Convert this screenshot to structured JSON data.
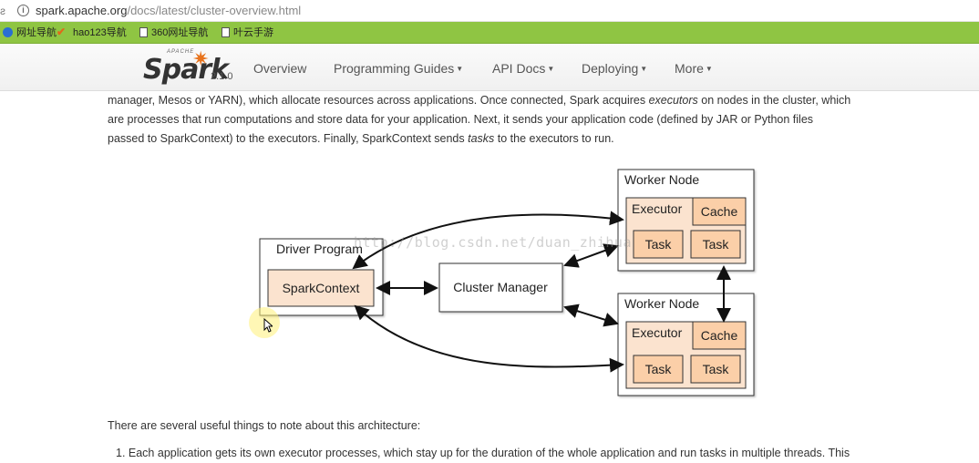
{
  "browser": {
    "url_host": "spark.apache.org",
    "url_path": "/docs/latest/cluster-overview.html",
    "bookmarks": [
      {
        "label": "网址导航",
        "icon": "globe-icon"
      },
      {
        "label": "hao123导航",
        "icon": "hao123-icon"
      },
      {
        "label": "360网址导航",
        "icon": "page-icon"
      },
      {
        "label": "叶云手游",
        "icon": "page-icon"
      }
    ]
  },
  "nav": {
    "logo_apache": "APACHE",
    "logo_text": "Spark",
    "version": "2.1.0",
    "items": [
      "Overview",
      "Programming Guides",
      "API Docs",
      "Deploying",
      "More"
    ]
  },
  "content": {
    "intro_line1_a": "manager, Mesos or YARN), which allocate resources across applications. Once connected, Spark acquires ",
    "intro_line1_em": "executors",
    "intro_line1_b": " on nodes in the cluster, which",
    "intro_line2": "are processes that run computations and store data for your application. Next, it sends your application code (defined by JAR or Python files",
    "intro_line3_a": "passed to SparkContext) to the executors. Finally, SparkContext sends ",
    "intro_line3_em": "tasks",
    "intro_line3_b": " to the executors to run.",
    "after_diagram": "There are several useful things to note about this architecture:",
    "list_item_1": "1. Each application gets its own executor processes, which stay up for the duration of the whole application and run tasks in multiple threads. This"
  },
  "diagram": {
    "driver_title": "Driver Program",
    "spark_context": "SparkContext",
    "cluster_manager": "Cluster Manager",
    "worker_title": "Worker Node",
    "executor": "Executor",
    "cache": "Cache",
    "task": "Task"
  },
  "watermark": "http://blog.csdn.net/duan_zhihua",
  "colors": {
    "bookmark_bar": "#8fc543",
    "spark_orange": "#e8731c",
    "box_fill": "#fbe3cf"
  }
}
